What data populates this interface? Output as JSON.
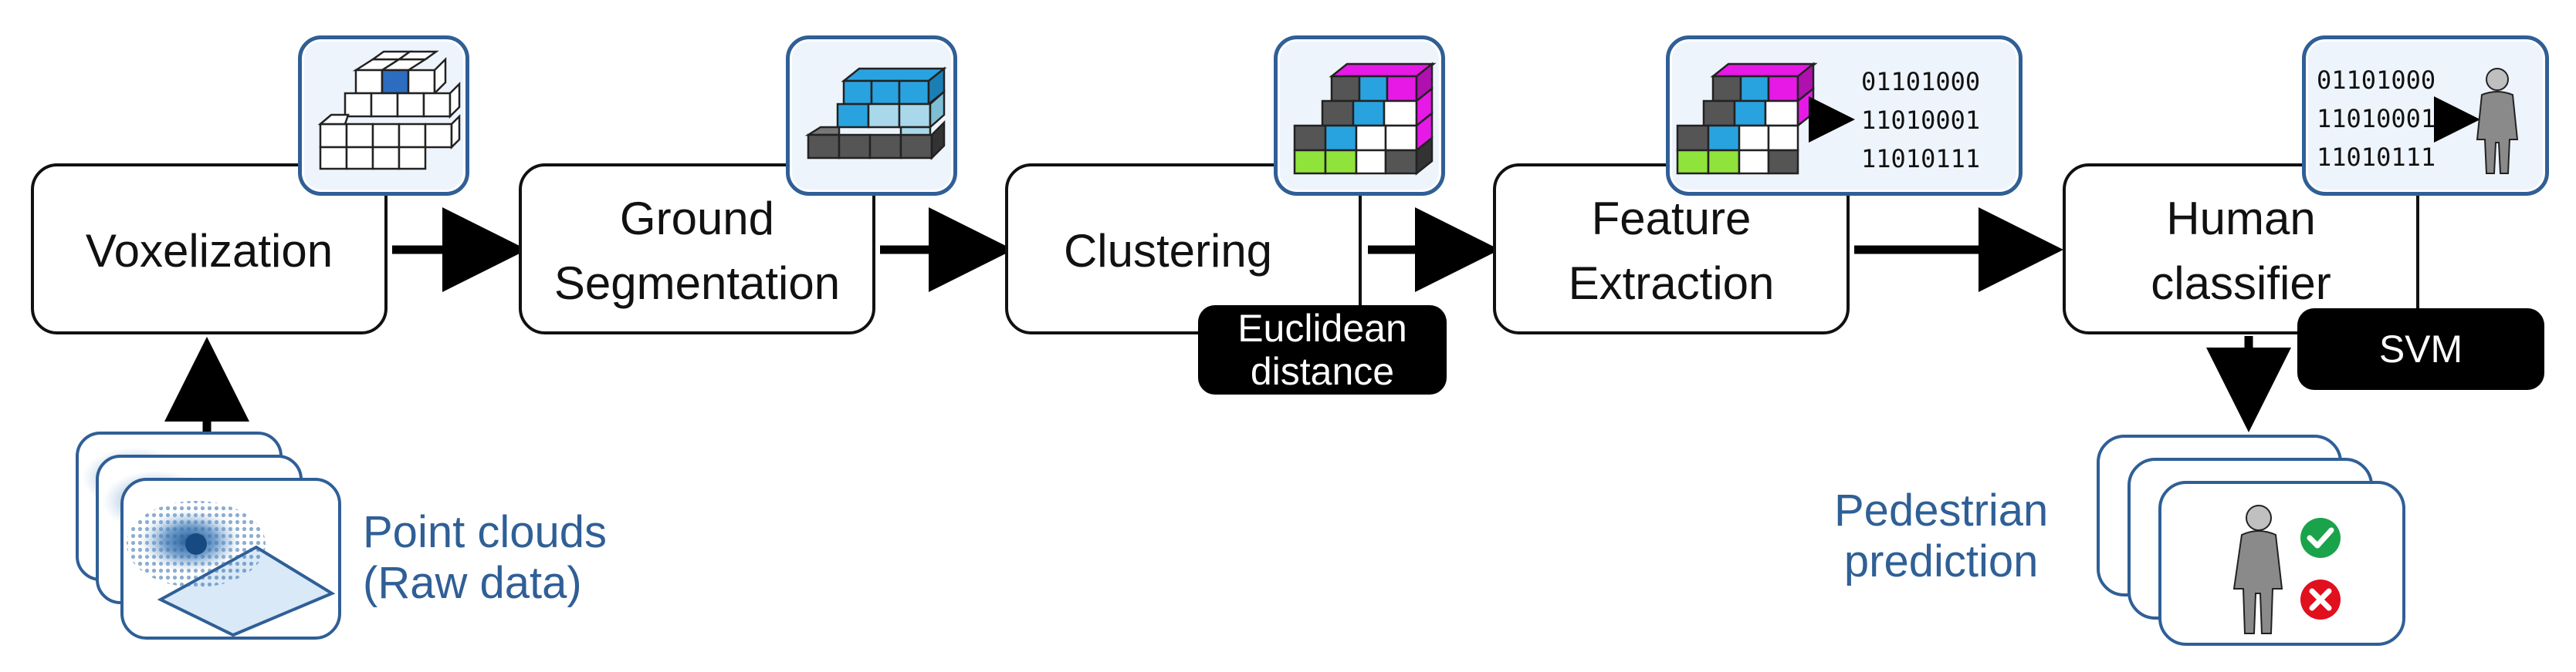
{
  "stages": [
    {
      "id": "voxelization",
      "label": "Voxelization"
    },
    {
      "id": "ground-segmentation",
      "label": "Ground\nSegmentation"
    },
    {
      "id": "clustering",
      "label": "Clustering",
      "tag": "Euclidean\ndistance"
    },
    {
      "id": "feature-extraction",
      "label": "Feature\nExtraction"
    },
    {
      "id": "human-classifier",
      "label": "Human\nclassifier",
      "tag": "SVM"
    }
  ],
  "feature_code": [
    "01101000",
    "11010001",
    "11010111"
  ],
  "classifier_code": [
    "01101000",
    "11010001",
    "11010111"
  ],
  "input": {
    "label": "Point clouds\n(Raw data)"
  },
  "output": {
    "label": "Pedestrian\nprediction"
  },
  "colors": {
    "blue_accent": "#2f5f96",
    "voxel_blue": "#29a3e0",
    "voxel_light_blue": "#a9d8ea",
    "voxel_dark": "#555555",
    "voxel_magenta": "#e619e6",
    "voxel_green": "#8fe33a",
    "check_green": "#1aa34a",
    "cross_red": "#e0101e"
  }
}
